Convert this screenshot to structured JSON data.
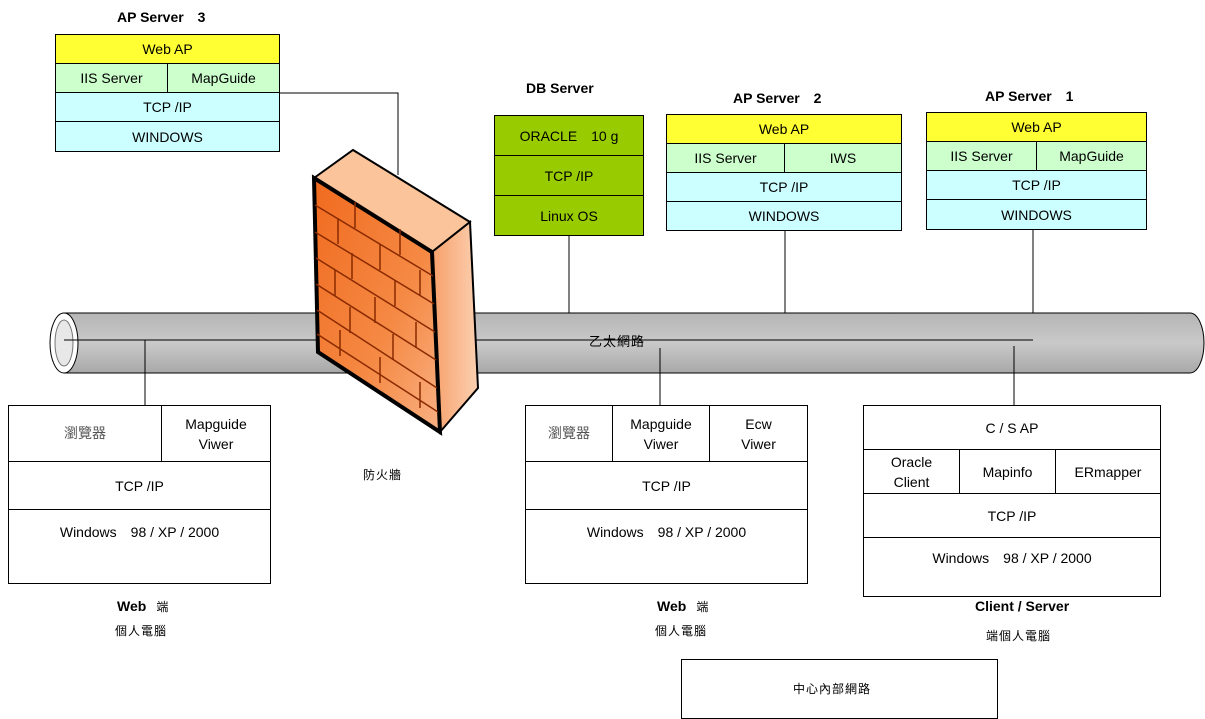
{
  "ethernet_label": "乙太網路",
  "firewall_label": "防火牆",
  "internal_network_label": "中心內部網路",
  "ap_server_3": {
    "title": "AP Server　3",
    "web_ap": "Web AP",
    "iis": "IIS Server",
    "mapguide": "MapGuide",
    "tcpip": "TCP /IP",
    "os": "WINDOWS"
  },
  "db_server": {
    "title": "DB Server",
    "oracle": "ORACLE　10 g",
    "tcpip": "TCP /IP",
    "os": "Linux OS"
  },
  "ap_server_2": {
    "title": "AP Server　2",
    "web_ap": "Web AP",
    "iis": "IIS Server",
    "iws": "IWS",
    "tcpip": "TCP /IP",
    "os": "WINDOWS"
  },
  "ap_server_1": {
    "title": "AP Server　1",
    "web_ap": "Web AP",
    "iis": "IIS Server",
    "mapguide": "MapGuide",
    "tcpip": "TCP /IP",
    "os": "WINDOWS"
  },
  "web_client_1": {
    "browser": "瀏覽器",
    "viewer_line1": "Mapguide",
    "viewer_line2": "Viwer",
    "tcpip": "TCP /IP",
    "os": "Windows　98 / XP / 2000",
    "caption_en": "Web",
    "caption_cjk": "端",
    "caption_line2": "個人電腦"
  },
  "web_client_2": {
    "browser": "瀏覽器",
    "viewer_line1": "Mapguide",
    "viewer_line2": "Viwer",
    "ecw_line1": "Ecw",
    "ecw_line2": "Viwer",
    "tcpip": "TCP /IP",
    "os": "Windows　98 / XP / 2000",
    "caption_en": "Web",
    "caption_cjk": "端",
    "caption_line2": "個人電腦"
  },
  "cs_client": {
    "cs_ap": "C / S AP",
    "oracle_line1": "Oracle",
    "oracle_line2": "Client",
    "mapinfo": "Mapinfo",
    "ermapper": "ERmapper",
    "tcpip": "TCP /IP",
    "os": "Windows　98 / XP / 2000",
    "caption_en": "Client  / Server",
    "caption_line2": "端個人電腦"
  }
}
